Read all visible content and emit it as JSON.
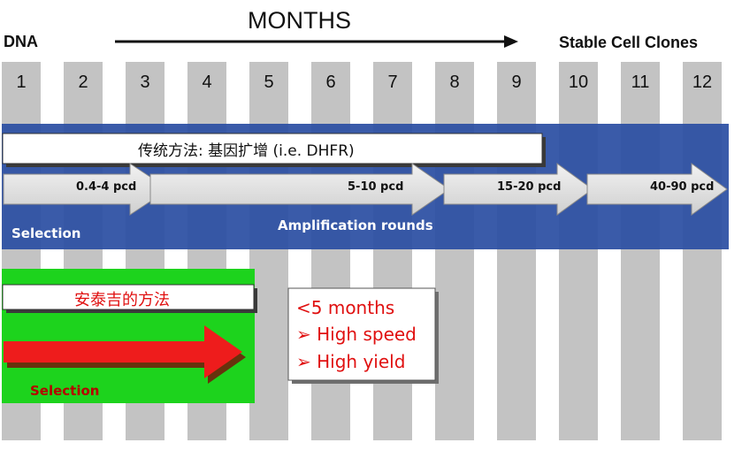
{
  "header": {
    "title": "MONTHS",
    "start_label": "DNA",
    "end_label": "Stable Cell Clones"
  },
  "months": [
    "1",
    "2",
    "3",
    "4",
    "5",
    "6",
    "7",
    "8",
    "9",
    "10",
    "11",
    "12"
  ],
  "traditional": {
    "label": "传统方法: 基因扩增 (i.e. DHFR)",
    "stages": [
      "0.4-4 pcd",
      "5-10 pcd",
      "15-20 pcd",
      "40-90 pcd"
    ],
    "selection_label": "Selection",
    "amplification_label": "Amplification rounds"
  },
  "our_method": {
    "label": "安泰吉的方法",
    "selection_label": "Selection"
  },
  "benefits": {
    "duration": "<5 months",
    "items": [
      "High speed",
      "High yield"
    ],
    "bullet": "➢"
  },
  "colors": {
    "column": "#c3c3c3",
    "blue_band": "#2b4fa3",
    "green_box": "#1dd31d",
    "red_arrow": "#ee1c1c",
    "accent_text": "#e01010"
  }
}
